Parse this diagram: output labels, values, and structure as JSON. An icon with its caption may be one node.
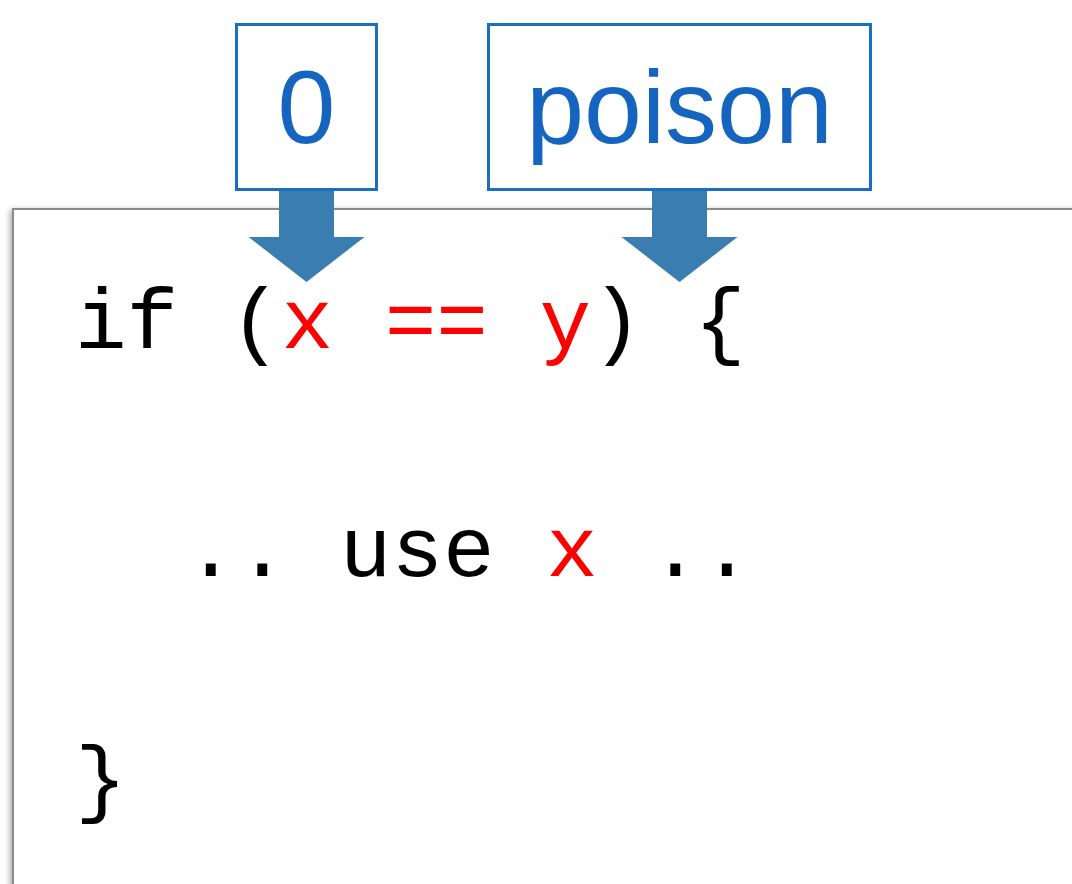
{
  "diagram": {
    "nodes": [
      {
        "text": [
          "0"
        ]
      },
      {
        "text": [
          "poison"
        ]
      },
      {
        "text": [],
        "shape": "box"
      },
      {
        "text": [
          "if (**x == y**) {"
        ],
        "in": 2
      }
    ],
    "edges": [
      {
        "from": 0,
        "to": 3,
        "arrow": "to"
      },
      {
        "from": 1,
        "to": 3,
        "arrow": "to"
      }
    ],
    "labels": [
      ".. use **x** ..",
      "}"
    ]
  }
}
